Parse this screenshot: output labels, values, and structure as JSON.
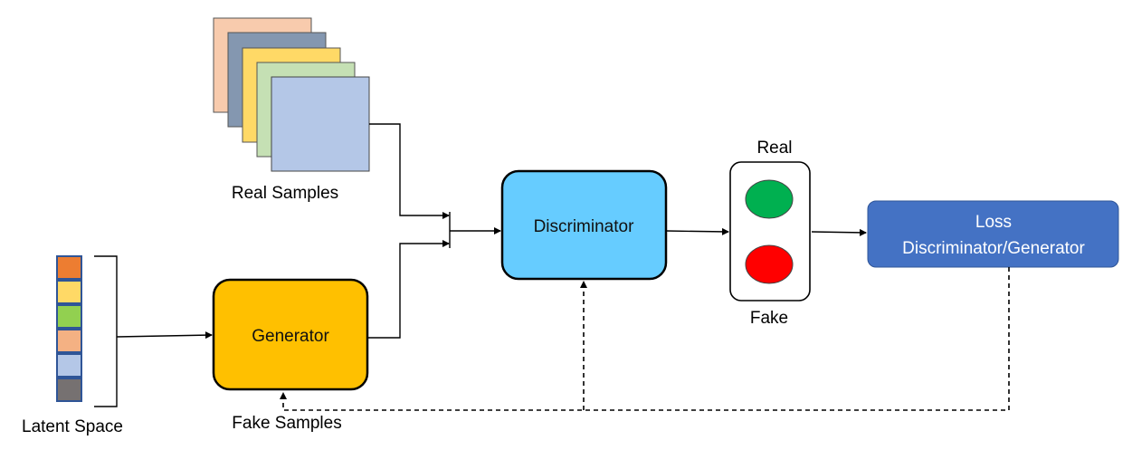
{
  "labels": {
    "real_samples": "Real Samples",
    "latent_space": "Latent Space",
    "fake_samples": "Fake Samples",
    "generator": "Generator",
    "discriminator": "Discriminator",
    "real": "Real",
    "fake": "Fake",
    "loss_line1": "Loss",
    "loss_line2": "Discriminator/Generator"
  },
  "colors": {
    "generator_fill": "#FFC000",
    "discriminator_fill": "#66CCFF",
    "loss_fill": "#4472C4",
    "indicator_real": "#00B050",
    "indicator_fake": "#FF0000",
    "sample_stack": [
      "#F8CBAD",
      "#8497B0",
      "#FFD966",
      "#C5E0B4",
      "#B4C7E7"
    ],
    "latent_cells": [
      "#ED7D31",
      "#FFD966",
      "#92D050",
      "#F4B183",
      "#B4C7E7",
      "#767171"
    ]
  }
}
